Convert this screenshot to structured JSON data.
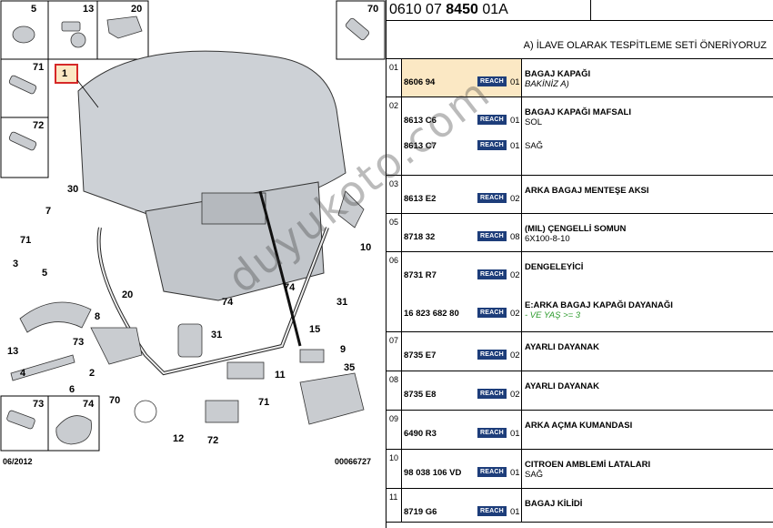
{
  "header": {
    "ref_prefix": "0610 07 ",
    "ref_bold": "8450",
    "ref_suffix": " 01A",
    "note": "A) İLAVE OLARAK TESPİTLEME SETİ ÖNERİYORUZ"
  },
  "diagram": {
    "date": "06/2012",
    "code": "00066727",
    "thumbs": [
      "5",
      "13",
      "20",
      "70",
      "71",
      "72",
      "73",
      "74"
    ],
    "callouts": [
      "1",
      "30",
      "7",
      "71",
      "5",
      "3",
      "8",
      "73",
      "13",
      "6",
      "2",
      "70",
      "4",
      "20",
      "74",
      "31",
      "12",
      "72",
      "71",
      "11",
      "9",
      "35",
      "74",
      "15",
      "31",
      "10"
    ]
  },
  "watermark": "duyukoto.com",
  "badge": "REACH",
  "rows": [
    {
      "idx": "01",
      "highlight": true,
      "items": [
        {
          "part": "8606 94",
          "qty": "01",
          "desc": "BAGAJ KAPAĞI",
          "desc2": "BAKİNİZ A)",
          "style": "italic"
        }
      ]
    },
    {
      "idx": "02",
      "highlight": false,
      "items": [
        {
          "part": "8613 C6",
          "qty": "01",
          "desc": "BAGAJ KAPAĞI MAFSALI",
          "desc2": "SOL",
          "style": ""
        },
        {
          "part": "8613 C7",
          "qty": "01",
          "desc": "",
          "desc2": "SAĞ",
          "style": ""
        }
      ]
    },
    {
      "idx": "03",
      "highlight": false,
      "items": [
        {
          "part": "8613 E2",
          "qty": "02",
          "desc": "ARKA BAGAJ MENTEŞE AKSI",
          "desc2": "",
          "style": ""
        }
      ]
    },
    {
      "idx": "05",
      "highlight": false,
      "items": [
        {
          "part": "8718 32",
          "qty": "08",
          "desc": "(MIL) ÇENGELLİ SOMUN",
          "desc2": "6X100-8-10",
          "style": ""
        }
      ]
    },
    {
      "idx": "06",
      "highlight": false,
      "items": [
        {
          "part": "8731 R7",
          "qty": "02",
          "desc": "DENGELEYİCİ",
          "desc2": "",
          "style": ""
        },
        {
          "part": "16 823 682 80",
          "qty": "02",
          "desc": "E:ARKA BAGAJ KAPAĞI DAYANAĞI",
          "desc2": "- VE YAŞ >= 3",
          "style": "green"
        }
      ]
    },
    {
      "idx": "07",
      "highlight": false,
      "items": [
        {
          "part": "8735 E7",
          "qty": "02",
          "desc": "AYARLI DAYANAK",
          "desc2": "",
          "style": ""
        }
      ]
    },
    {
      "idx": "08",
      "highlight": false,
      "items": [
        {
          "part": "8735 E8",
          "qty": "02",
          "desc": "AYARLI DAYANAK",
          "desc2": "",
          "style": ""
        }
      ]
    },
    {
      "idx": "09",
      "highlight": false,
      "items": [
        {
          "part": "6490 R3",
          "qty": "01",
          "desc": "ARKA AÇMA KUMANDASI",
          "desc2": "",
          "style": ""
        }
      ]
    },
    {
      "idx": "10",
      "highlight": false,
      "items": [
        {
          "part": "98 038 106 VD",
          "qty": "01",
          "desc": "CITROEN AMBLEMİ LATALARI",
          "desc2": "SAĞ",
          "style": ""
        }
      ]
    },
    {
      "idx": "11",
      "highlight": false,
      "items": [
        {
          "part": "8719 G6",
          "qty": "01",
          "desc": "BAGAJ KİLİDİ",
          "desc2": "",
          "style": ""
        }
      ]
    }
  ]
}
